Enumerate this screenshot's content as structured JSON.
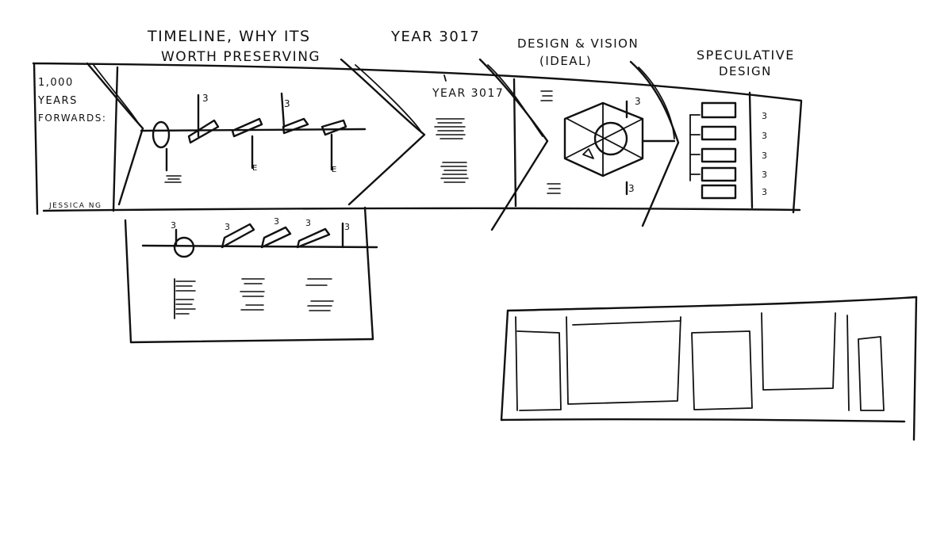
{
  "headings": {
    "timeline_line1": "TIMELINE, WHY ITS",
    "timeline_line2": "WORTH PRESERVING",
    "year": "YEAR 3017",
    "design_line1": "DESIGN & VISION",
    "design_line2": "(IDEAL)",
    "speculative_line1": "SPECULATIVE",
    "speculative_line2": "DESIGN"
  },
  "intro_panel": {
    "line1": "1,000",
    "line2": "YEARS",
    "line3": "FORWARDS:",
    "author": "JESSICA NG"
  },
  "year_panel": {
    "label": "YEAR 3017"
  }
}
